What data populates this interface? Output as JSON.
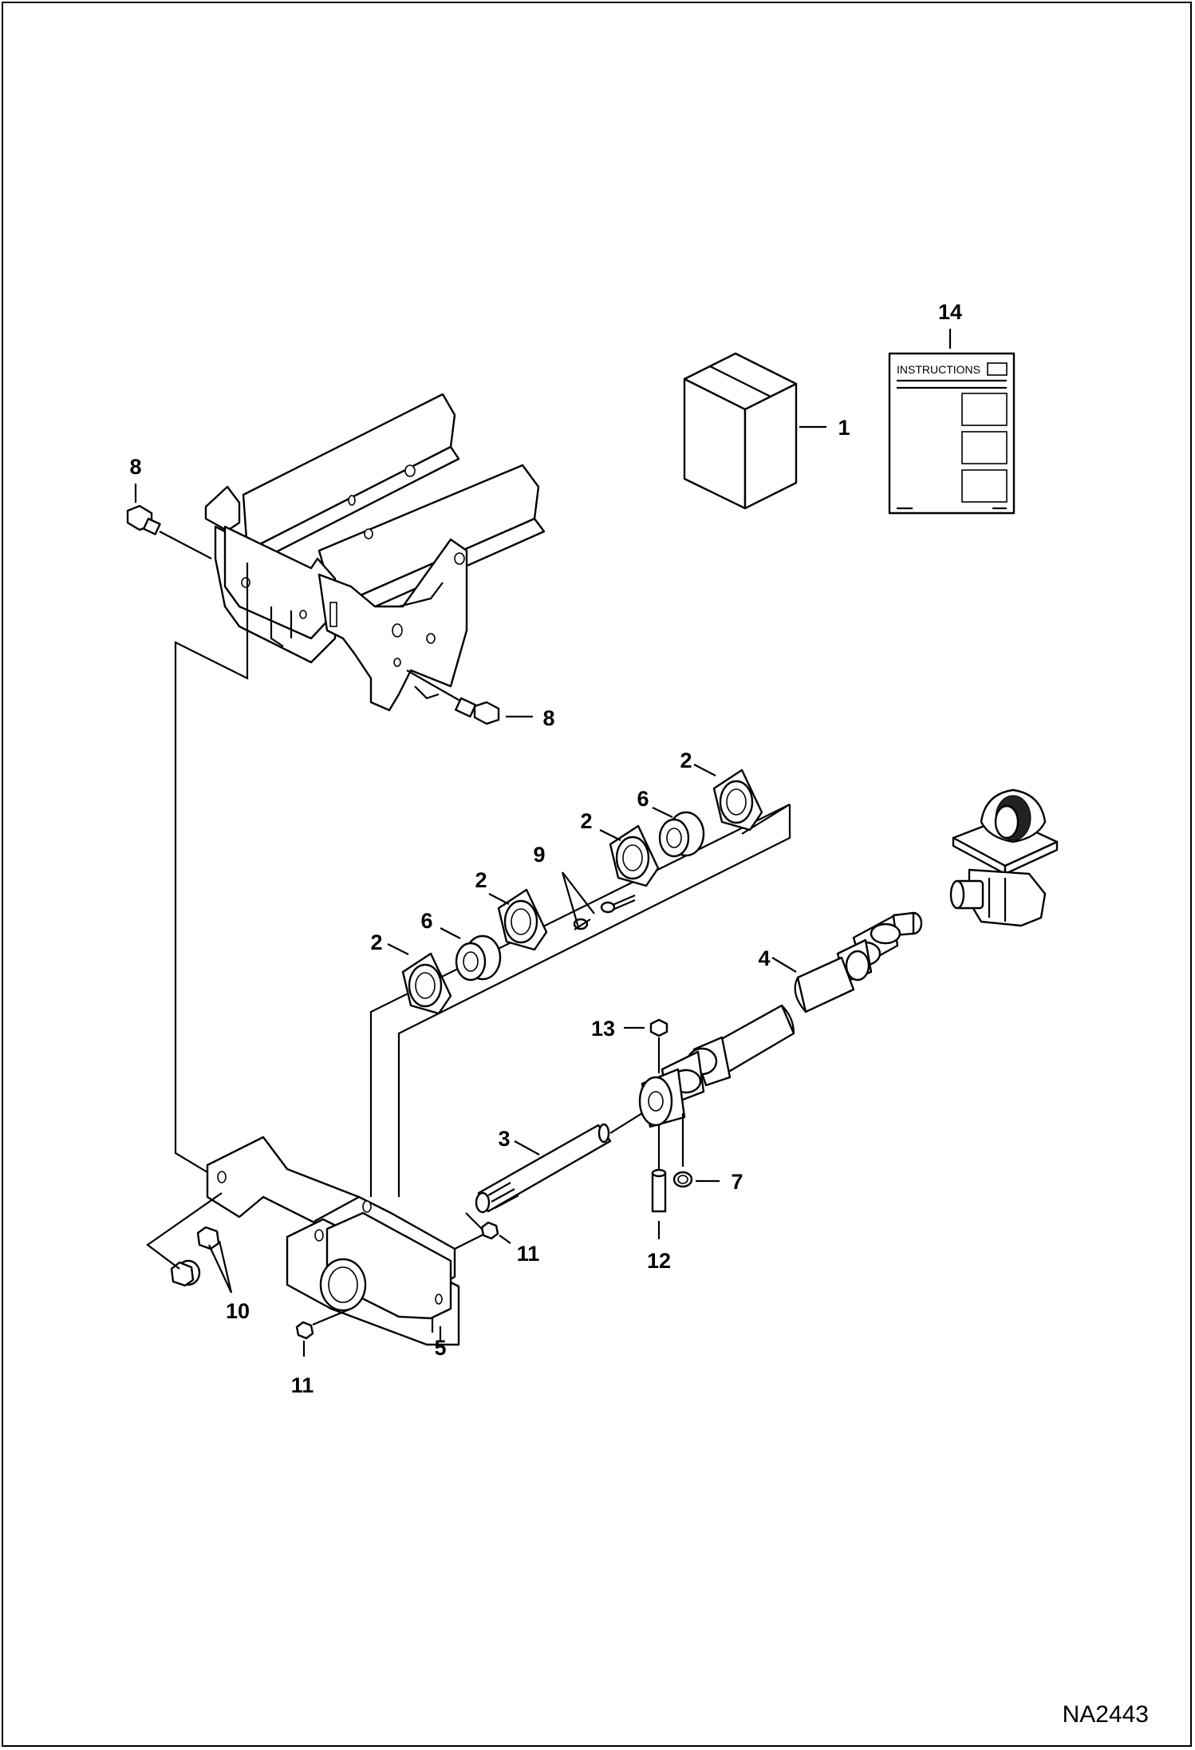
{
  "drawing": {
    "code": "NA2443",
    "instructions_text": "INSTRUCTIONS"
  },
  "callouts": [
    {
      "id": "c14",
      "label": "14"
    },
    {
      "id": "c1",
      "label": "1"
    },
    {
      "id": "c8a",
      "label": "8"
    },
    {
      "id": "c8b",
      "label": "8"
    },
    {
      "id": "c2a",
      "label": "2"
    },
    {
      "id": "c6a",
      "label": "6"
    },
    {
      "id": "c2b",
      "label": "2"
    },
    {
      "id": "c9",
      "label": "9"
    },
    {
      "id": "c2c",
      "label": "2"
    },
    {
      "id": "c6b",
      "label": "6"
    },
    {
      "id": "c2d",
      "label": "2"
    },
    {
      "id": "c4",
      "label": "4"
    },
    {
      "id": "c13",
      "label": "13"
    },
    {
      "id": "c3",
      "label": "3"
    },
    {
      "id": "c7",
      "label": "7"
    },
    {
      "id": "c11a",
      "label": "11"
    },
    {
      "id": "c12",
      "label": "12"
    },
    {
      "id": "c10",
      "label": "10"
    },
    {
      "id": "c5",
      "label": "5"
    },
    {
      "id": "c11b",
      "label": "11"
    }
  ]
}
